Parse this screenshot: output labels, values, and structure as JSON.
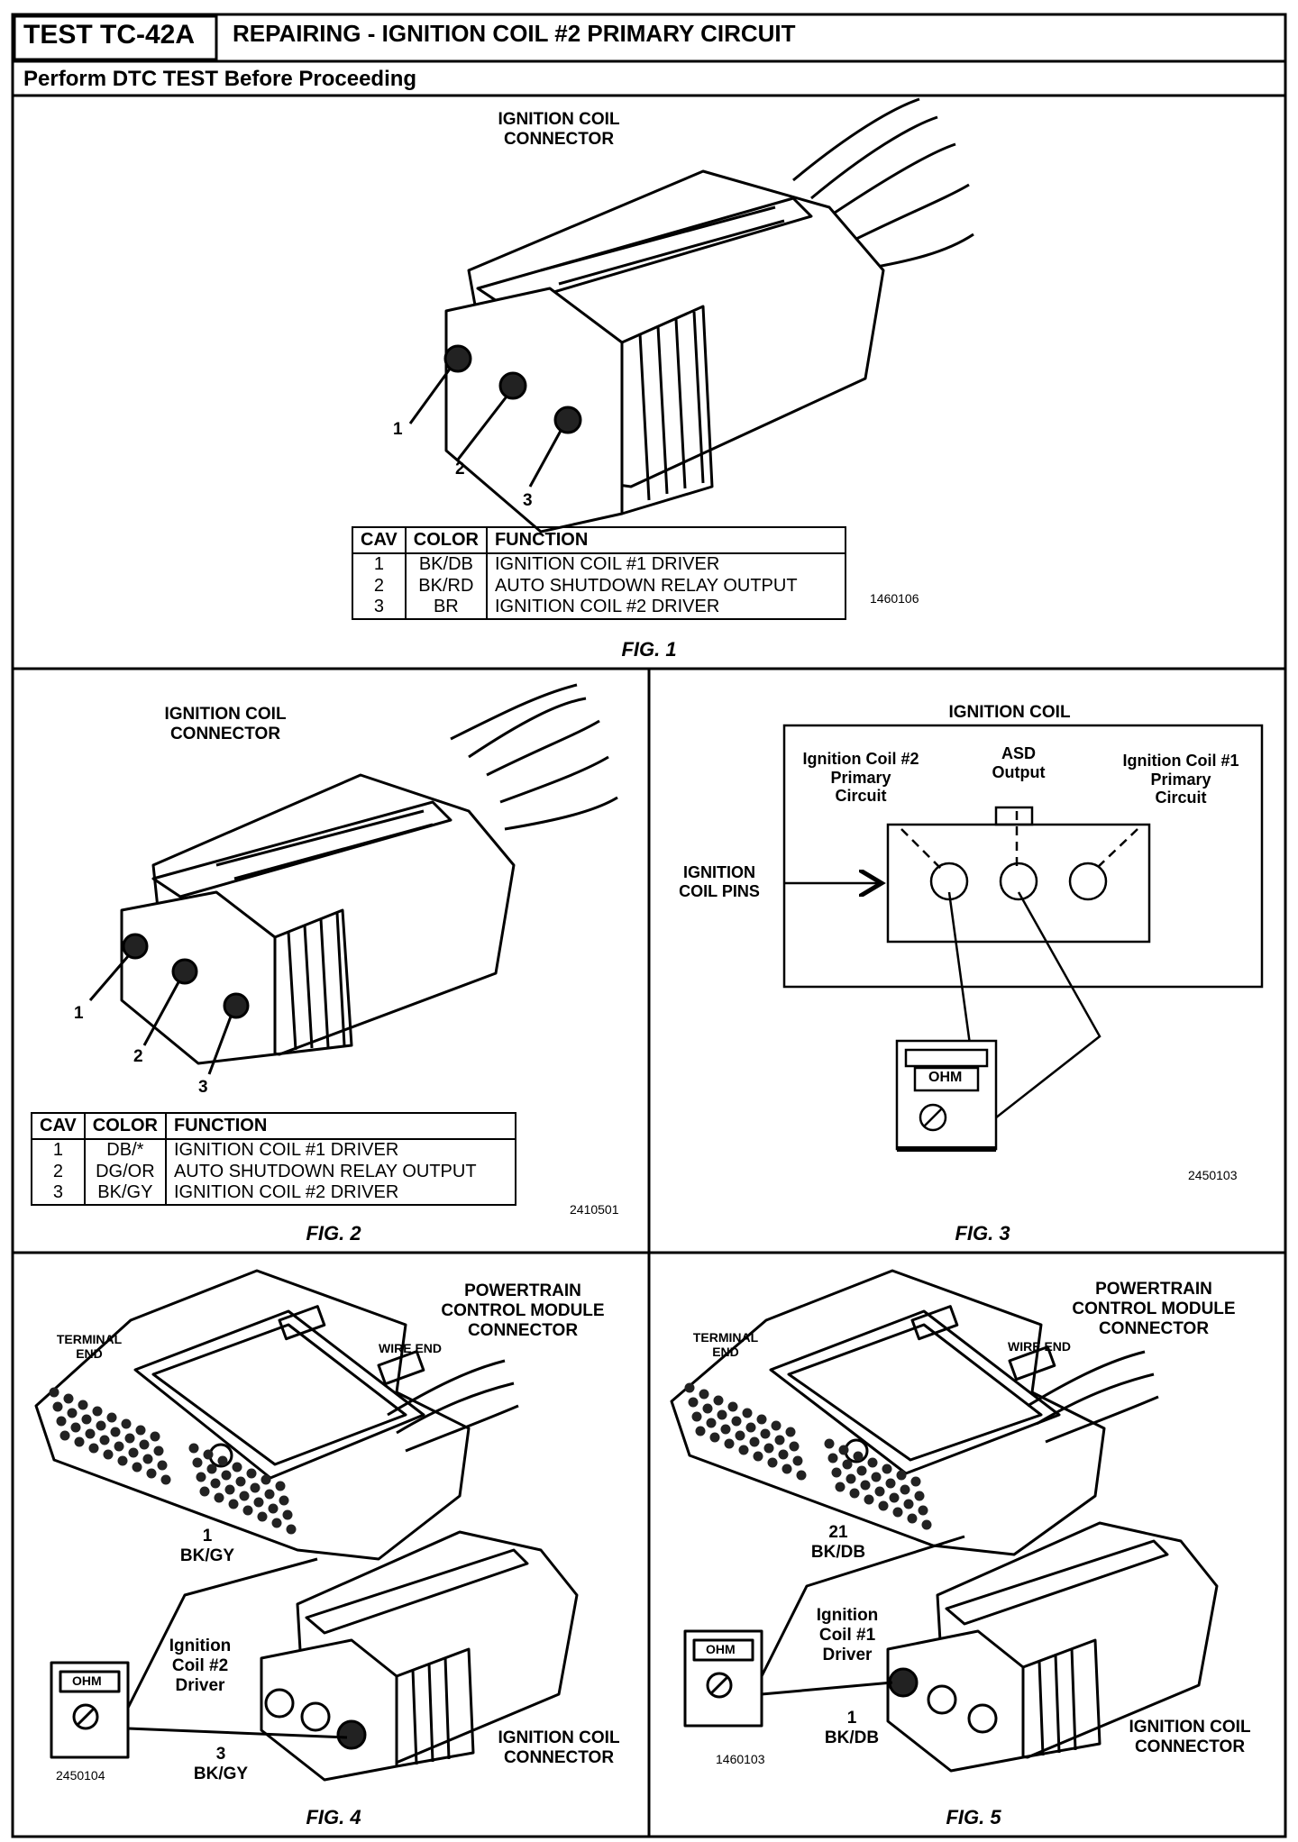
{
  "header": {
    "test_id": "TEST TC-42A",
    "title": "REPAIRING - IGNITION COIL #2 PRIMARY CIRCUIT",
    "subtitle": "Perform DTC TEST Before Proceeding"
  },
  "fig1": {
    "label": "IGNITION COIL\nCONNECTOR",
    "pins": [
      "1",
      "2",
      "3"
    ],
    "table": {
      "headers": [
        "CAV",
        "COLOR",
        "FUNCTION"
      ],
      "rows": [
        [
          "1",
          "BK/DB",
          "IGNITION COIL #1 DRIVER"
        ],
        [
          "2",
          "BK/RD",
          "AUTO SHUTDOWN RELAY OUTPUT"
        ],
        [
          "3",
          "BR",
          "IGNITION COIL #2 DRIVER"
        ]
      ]
    },
    "code": "1460106",
    "caption": "FIG. 1"
  },
  "fig2": {
    "label": "IGNITION COIL\nCONNECTOR",
    "pins": [
      "1",
      "2",
      "3"
    ],
    "table": {
      "headers": [
        "CAV",
        "COLOR",
        "FUNCTION"
      ],
      "rows": [
        [
          "1",
          "DB/*",
          "IGNITION COIL #1 DRIVER"
        ],
        [
          "2",
          "DG/OR",
          "AUTO SHUTDOWN RELAY OUTPUT"
        ],
        [
          "3",
          "BK/GY",
          "IGNITION COIL #2 DRIVER"
        ]
      ]
    },
    "code": "2410501",
    "caption": "FIG. 2"
  },
  "fig3": {
    "title": "IGNITION COIL",
    "label_left": "Ignition Coil #2\nPrimary\nCircuit",
    "label_mid": "ASD\nOutput",
    "label_right": "Ignition Coil #1\nPrimary\nCircuit",
    "label_pins": "IGNITION\nCOIL PINS",
    "meter": "OHM",
    "code": "2450103",
    "caption": "FIG. 3"
  },
  "fig4": {
    "pcm_label": "POWERTRAIN\nCONTROL MODULE\nCONNECTOR",
    "terminal_end": "TERMINAL\nEND",
    "wire_end": "WIRE END",
    "pin_label": "1\nBK/GY",
    "driver_label": "Ignition\nCoil #2\nDriver",
    "cav_label": "3\nBK/GY",
    "coil_label": "IGNITION COIL\nCONNECTOR",
    "meter": "OHM",
    "code": "2450104",
    "caption": "FIG. 4"
  },
  "fig5": {
    "pcm_label": "POWERTRAIN\nCONTROL MODULE\nCONNECTOR",
    "terminal_end": "TERMINAL\nEND",
    "wire_end": "WIRE END",
    "pin_label": "21\nBK/DB",
    "driver_label": "Ignition\nCoil #1\nDriver",
    "cav_label": "1\nBK/DB",
    "coil_label": "IGNITION COIL\nCONNECTOR",
    "meter": "OHM",
    "code": "1460103",
    "caption": "FIG. 5"
  }
}
